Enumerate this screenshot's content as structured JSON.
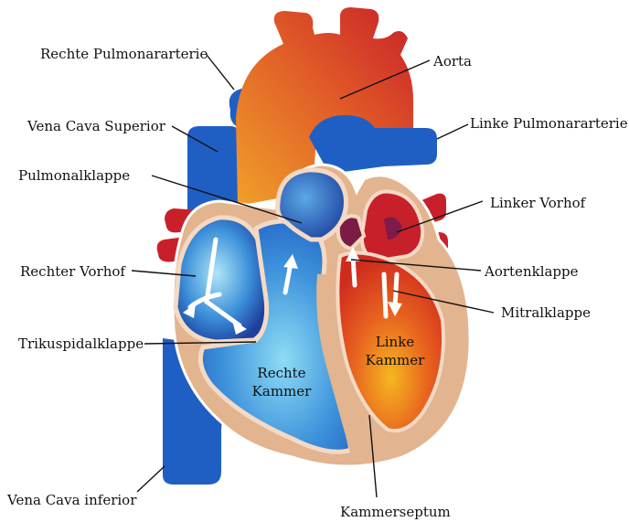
{
  "labels": {
    "rechte_pulmonalarterie": "Rechte Pulmonararterie",
    "aorta": "Aorta",
    "vena_cava_superior": "Vena Cava Superior",
    "linke_pulmonalarterie": "Linke Pulmonararterie",
    "pulmonalklappe": "Pulmonalklappe",
    "linker_vorhof": "Linker Vorhof",
    "rechter_vorhof": "Rechter Vorhof",
    "aortenklappe": "Aortenklappe",
    "mitralklappe": "Mitralklappe",
    "trikuspidalklappe": "Trikuspidalklappe",
    "linke_kammer_1": "Linke",
    "linke_kammer_2": "Kammer",
    "rechte_kammer_1": "Rechte",
    "rechte_kammer_2": "Kammer",
    "vena_cava_inferior": "Vena Cava inferior",
    "kammerseptum": "Kammerseptum"
  },
  "colors": {
    "aorta_red": "#c8202a",
    "aorta_orange": "#e8892a",
    "vein_blue": "#1f5fc4",
    "deep_blue": "#1e3f9e",
    "light_blue": "#7fd3f2",
    "muscle_tan": "#e2b48f",
    "left_red": "#d8301e",
    "left_yellow": "#f2b021"
  }
}
